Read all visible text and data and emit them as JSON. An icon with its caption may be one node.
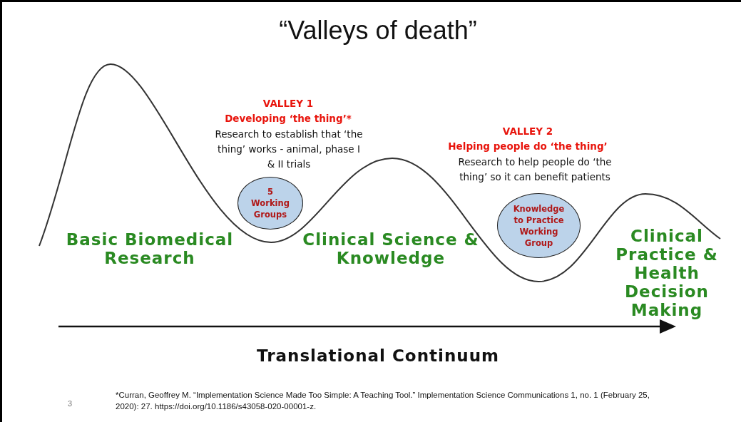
{
  "diagram": {
    "title": "“Valleys of death”",
    "caption": "*Curran, Geoffrey M. “Implementation Science Made Too Simple: A Teaching Tool.” Implementation Science Communications 1, no. 1 (February 25, 2020): 27. https://doi.org/10.1186/s43058-020-00001-z.",
    "nodes": [
      {
        "text": [
          "5 Working Groups"
        ]
      },
      {
        "text": [
          "Knowledge to Practice Working Group"
        ]
      }
    ],
    "edges": [],
    "labels": [
      "VALLEY 1",
      "Developing ‘the thing’*",
      "Research to establish that ‘the thing’ works - animal, phase I & II trials",
      "VALLEY 2",
      "Helping people do ‘the thing’",
      "Research to help people do ‘the thing’ so it can benefit patients",
      "Basic Biomedical Research",
      "Clinical Science & Knowledge",
      "Clinical Practice & Health Decision Making",
      "Translational Continuum",
      "3"
    ]
  }
}
